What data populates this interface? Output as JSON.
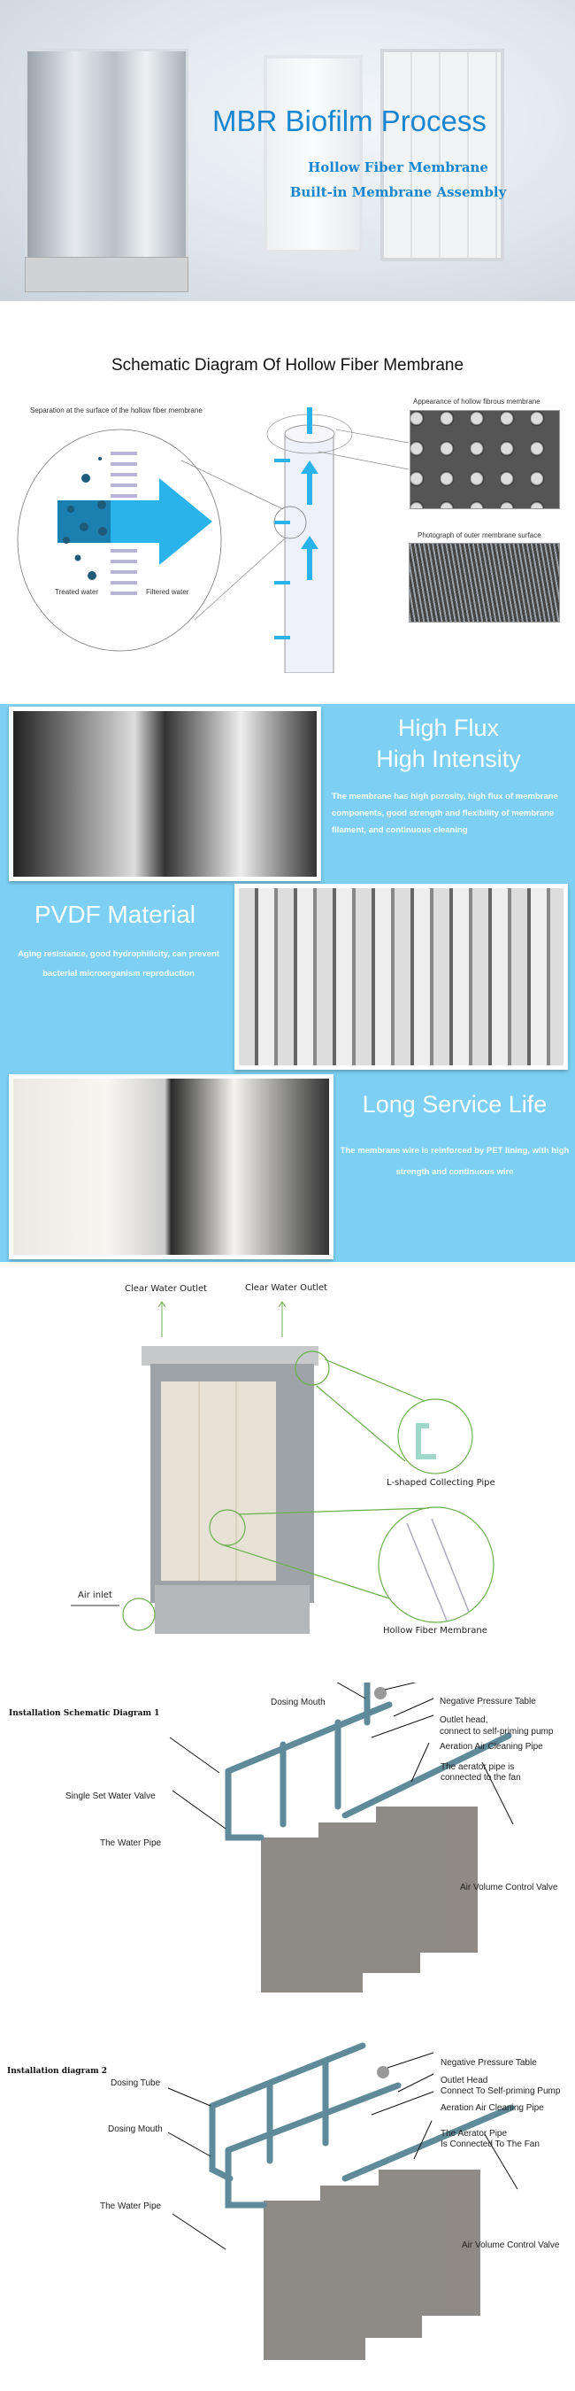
{
  "hero": {
    "title": "MBR Biofilm Process",
    "subtitle_1": "Hollow Fiber Membrane",
    "subtitle_2": "Built-in Membrane Assembly",
    "accent_color": "#1a86d0"
  },
  "schematic": {
    "title": "Schematic Diagram Of Hollow Fiber Membrane",
    "separation_label": "Separation at the surface of the hollow fiber membrane",
    "treated_water": "Treated water",
    "filtered_water": "Filtered water",
    "appearance_label": "Appearance of hollow fibrous membrane",
    "photo_label": "Photograph of outer membrane surface",
    "arrow_color": "#29b2ea"
  },
  "features": {
    "background_color": "#7dd0f3",
    "items": [
      {
        "title_1": "High Flux",
        "title_2": "High Intensity",
        "text": "The membrane has high porosity, high flux of membrane components, good strength and flexibility of membrane filament, and continuous cleaning"
      },
      {
        "title_1": "PVDF Material",
        "text": "Aging resistance, good hydrophilicity, can prevent bacterial microorganism reproduction"
      },
      {
        "title_1": "Long Service Life",
        "text": "The membrane wire is reinforced by PET lining, with high strength and continuous wire"
      }
    ]
  },
  "module": {
    "outlet_1": "Clear Water Outlet",
    "outlet_2": "Clear Water Outlet",
    "collecting_pipe": "L-shaped Collecting Pipe",
    "hollow_fiber": "Hollow Fiber Membrane",
    "air_inlet": "Air inlet",
    "callout_color": "#6ab04c"
  },
  "install_1": {
    "title": "Installation Schematic Diagram 1",
    "labels": {
      "dosing_mouth": "Dosing Mouth",
      "negative_pressure": "Negative Pressure Table",
      "outlet_head_1": "Outlet head,",
      "outlet_head_2": "connect to self-priming pump",
      "aeration": "Aeration Air Cleaning Pipe",
      "aerator_1": "The aerator pipe is",
      "aerator_2": "connected to the fan",
      "single_set": "Single Set Water Valve",
      "water_pipe": "The Water Pipe",
      "air_volume": "Air Volume Control Valve"
    }
  },
  "install_2": {
    "title": "Installation diagram 2",
    "labels": {
      "dosing_tube": "Dosing Tube",
      "dosing_mouth": "Dosing Mouth",
      "negative_pressure": "Negative Pressure Table",
      "outlet_head_1": "Outlet Head",
      "outlet_head_2": "Connect To Self-priming Pump",
      "aeration": "Aeration Air Cleaning Pipe",
      "aerator_1": "The Aerator Pipe",
      "aerator_2": "Is Connected To The Fan",
      "water_pipe": "The Water Pipe",
      "air_volume": "Air Volume Control Valve"
    }
  }
}
